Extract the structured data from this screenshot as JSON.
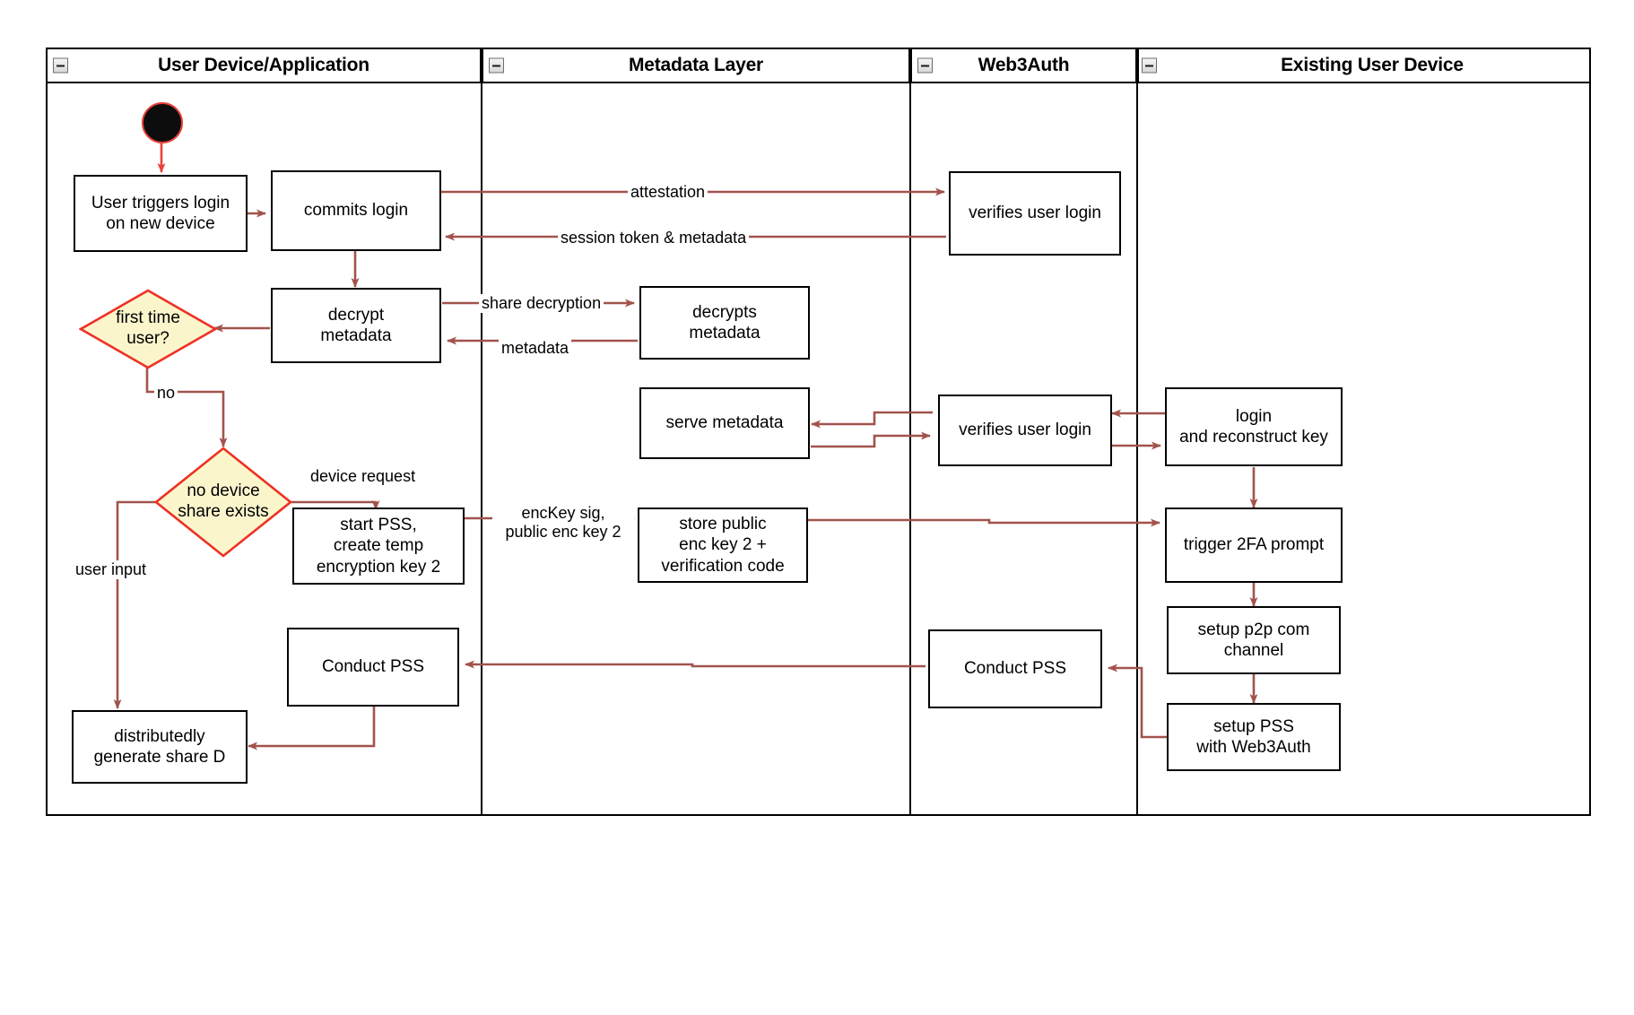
{
  "diagram": {
    "type": "swimlane-activity-diagram",
    "accent_edge_color": "#a2534d",
    "decision_fill": "#fbf5cc",
    "decision_border": "#ee3124",
    "node_border": "#000000",
    "lane_border": "#000000"
  },
  "lanes": [
    {
      "id": "user-device",
      "title": "User Device/Application",
      "collapse_icon": "minus-icon"
    },
    {
      "id": "metadata-layer",
      "title": "Metadata Layer",
      "collapse_icon": "minus-icon"
    },
    {
      "id": "web3auth",
      "title": "Web3Auth",
      "collapse_icon": "minus-icon"
    },
    {
      "id": "existing-device",
      "title": "Existing User Device",
      "collapse_icon": "minus-icon"
    }
  ],
  "nodes": {
    "start": {
      "kind": "start",
      "label": ""
    },
    "user_triggers_login": {
      "kind": "action",
      "label": "User triggers login\non new device"
    },
    "commits_login": {
      "kind": "action",
      "label": "commits login"
    },
    "verifies_user_login_1": {
      "kind": "action",
      "label": "verifies user login"
    },
    "decrypt_metadata": {
      "kind": "action",
      "label": "decrypt\nmetadata"
    },
    "decrypts_metadata": {
      "kind": "action",
      "label": "decrypts\nmetadata"
    },
    "first_time_user": {
      "kind": "decision",
      "label": "first time\nuser?"
    },
    "serve_metadata": {
      "kind": "action",
      "label": "serve metadata"
    },
    "verifies_user_login_2": {
      "kind": "action",
      "label": "verifies user login"
    },
    "login_reconstruct_key": {
      "kind": "action",
      "label": "login\nand reconstruct key"
    },
    "no_device_share": {
      "kind": "decision",
      "label": "no device\nshare exists"
    },
    "start_pss": {
      "kind": "action",
      "label": "start PSS,\ncreate temp\nencryption key 2"
    },
    "store_public_enc_key": {
      "kind": "action",
      "label": "store public\nenc key 2 +\nverification code"
    },
    "trigger_2fa": {
      "kind": "action",
      "label": "trigger 2FA prompt"
    },
    "conduct_pss_user": {
      "kind": "action",
      "label": "Conduct PSS"
    },
    "conduct_pss_web3auth": {
      "kind": "action",
      "label": "Conduct PSS"
    },
    "setup_p2p": {
      "kind": "action",
      "label": "setup p2p com\nchannel"
    },
    "setup_pss_web3auth": {
      "kind": "action",
      "label": "setup PSS\nwith Web3Auth"
    },
    "distributedly_generate": {
      "kind": "action",
      "label": "distributedly\ngenerate share D"
    }
  },
  "edge_labels": {
    "attestation": "attestation",
    "session_token": "session token & metadata",
    "share_decryption": "share decryption",
    "metadata": "metadata",
    "no": "no",
    "device_request": "device request",
    "enckey_sig": "encKey sig,\npublic enc key 2",
    "user_input": "user input"
  }
}
